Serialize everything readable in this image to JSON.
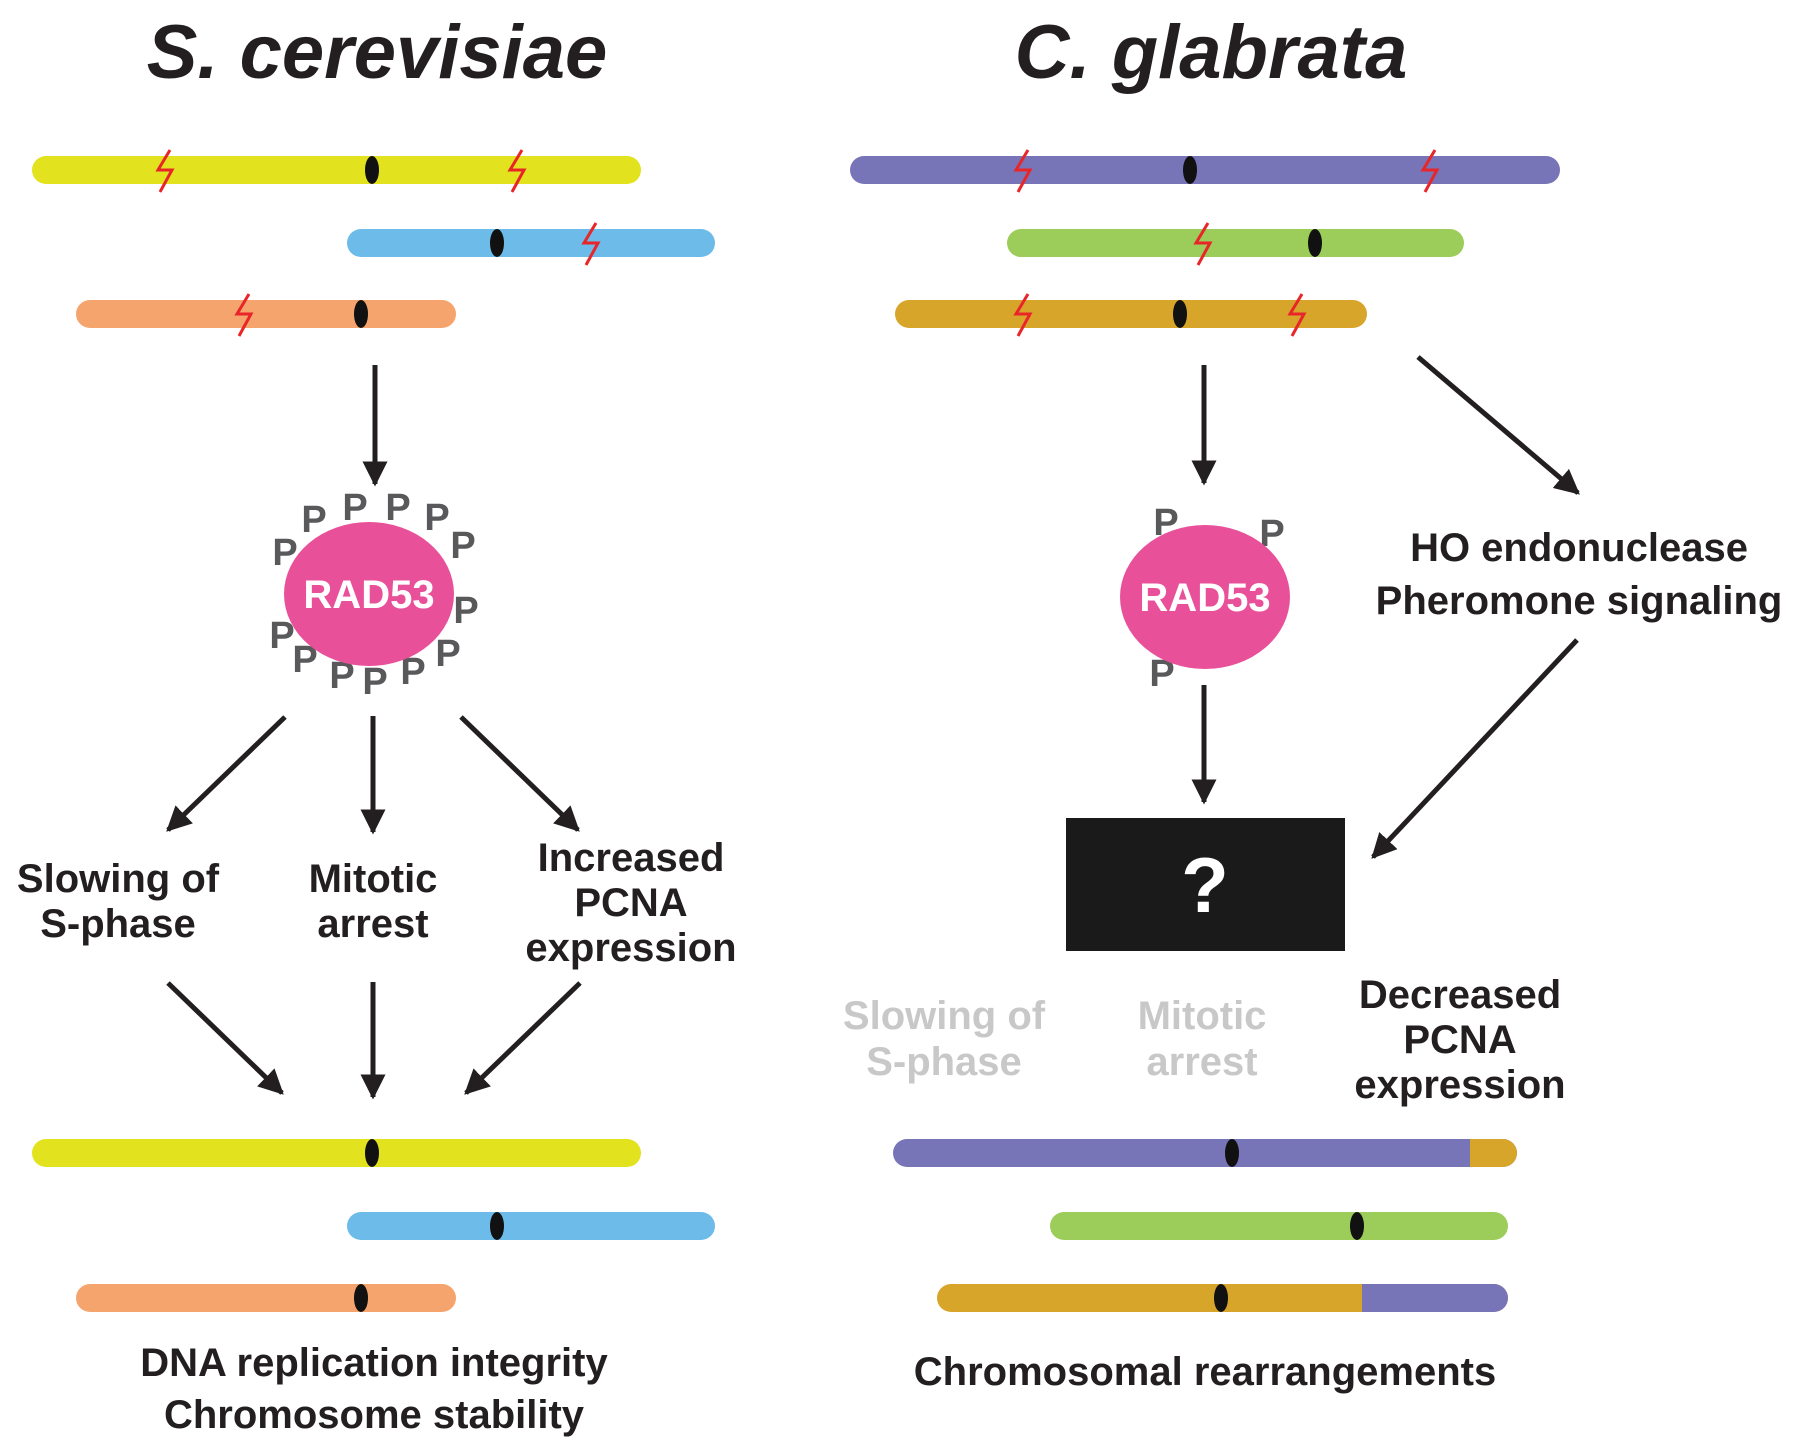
{
  "left": {
    "title": "S. cerevisiae",
    "protein_label": "RAD53",
    "phospho_label": "P",
    "outcomes": [
      {
        "line1": "Slowing of",
        "line2": "S-phase"
      },
      {
        "line1": "Mitotic",
        "line2": "arrest"
      },
      {
        "line1": "Increased",
        "line2": "PCNA",
        "line3": "expression"
      }
    ],
    "result": {
      "line1": "DNA replication integrity",
      "line2": "Chromosome stability"
    }
  },
  "right": {
    "title": "C. glabrata",
    "protein_label": "RAD53",
    "phospho_label": "P",
    "side_path": {
      "line1": "HO endonuclease",
      "line2": "Pheromone signaling"
    },
    "unknown_box": "?",
    "outcomes": [
      {
        "line1": "Slowing of",
        "line2": "S-phase"
      },
      {
        "line1": "Mitotic",
        "line2": "arrest"
      },
      {
        "line1": "Decreased",
        "line2": "PCNA",
        "line3": "expression"
      }
    ],
    "result": "Chromosomal rearrangements"
  },
  "colors": {
    "yellow_chromosome": "#e2e31e",
    "blue_chromosome": "#6cbbe8",
    "orange_chromosome": "#f6a46d",
    "purple_chromosome": "#7874b8",
    "green_chromosome": "#9ccd5a",
    "gold_chromosome": "#d8a52b",
    "centromere": "#111111",
    "dna_break": "#e8262a",
    "rad53": "#e9509a",
    "phosphate": "#59595b",
    "arrow": "#231f20",
    "muted_text": "#c8c8c8",
    "box": "#1a1a1a"
  }
}
